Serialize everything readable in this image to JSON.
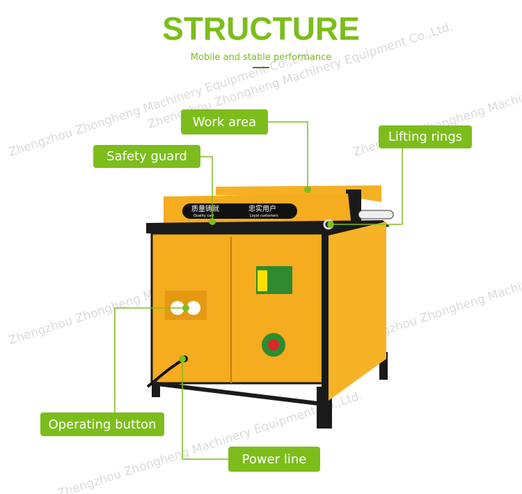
{
  "header": {
    "title": "STRUCTURE",
    "subtitle": "Mobile and stable performance"
  },
  "watermark": "Zhengzhou Zhongheng Machinery Equipment Co.,Ltd.",
  "labels": {
    "work_area": "Work area",
    "safety_guard": "Safety guard",
    "lifting_rings": "Lifting rings",
    "operating_button": "Operating button",
    "power_line": "Power line"
  },
  "machine_text": {
    "left_cn": "质量铸就",
    "left_en": "Quality cast",
    "right_cn": "忠实用户",
    "right_en": "Loyal customers"
  },
  "colors": {
    "accent": "#7cbd1c",
    "machine": "#f5ac1e",
    "frame": "#1a1a1a"
  }
}
